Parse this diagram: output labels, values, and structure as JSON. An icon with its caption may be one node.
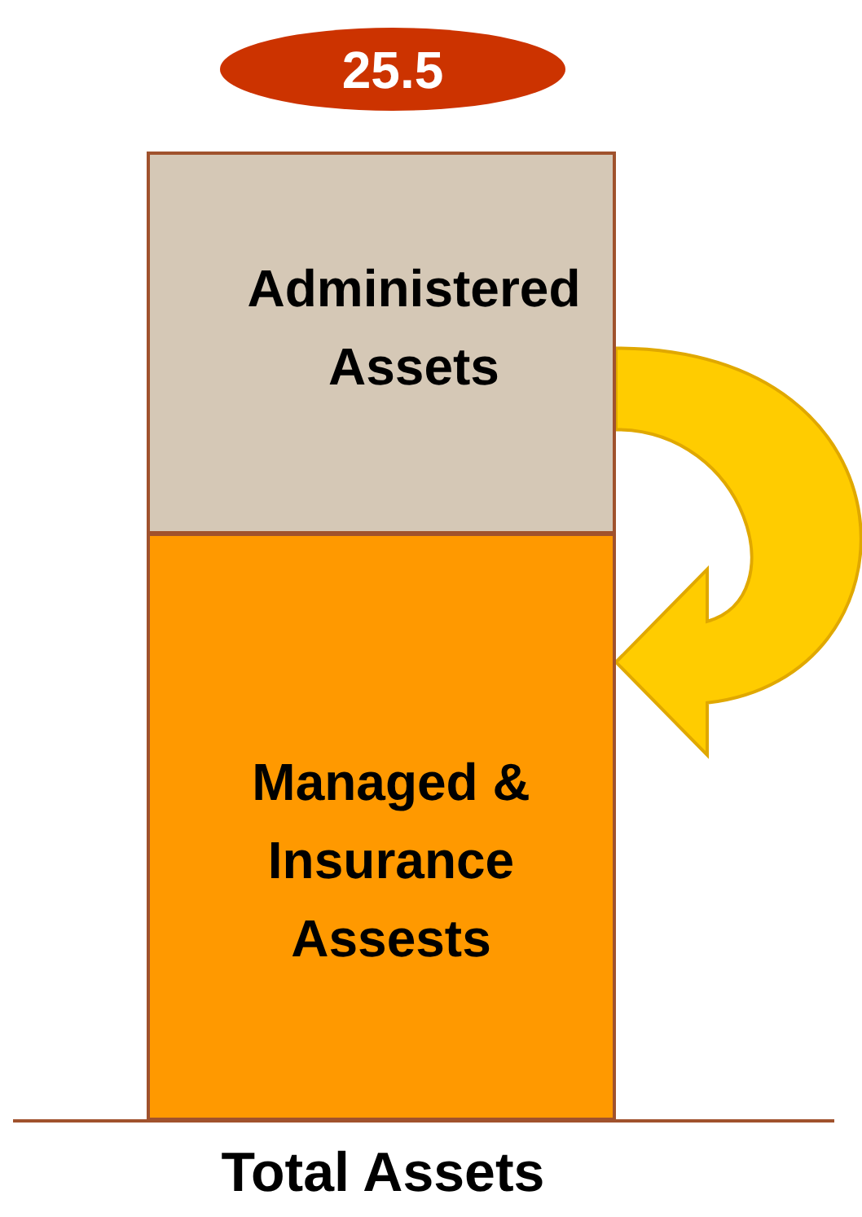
{
  "diagram": {
    "nodes": [
      {
        "text": [
          "25.5"
        ]
      },
      {
        "text": [
          "Administered Assets"
        ]
      },
      {
        "text": [
          "Managed & Insurance Assests"
        ]
      }
    ],
    "edges": [
      {
        "from": 1,
        "to": 2,
        "arrow": "to"
      }
    ],
    "labels": [
      "Total Assets"
    ]
  }
}
